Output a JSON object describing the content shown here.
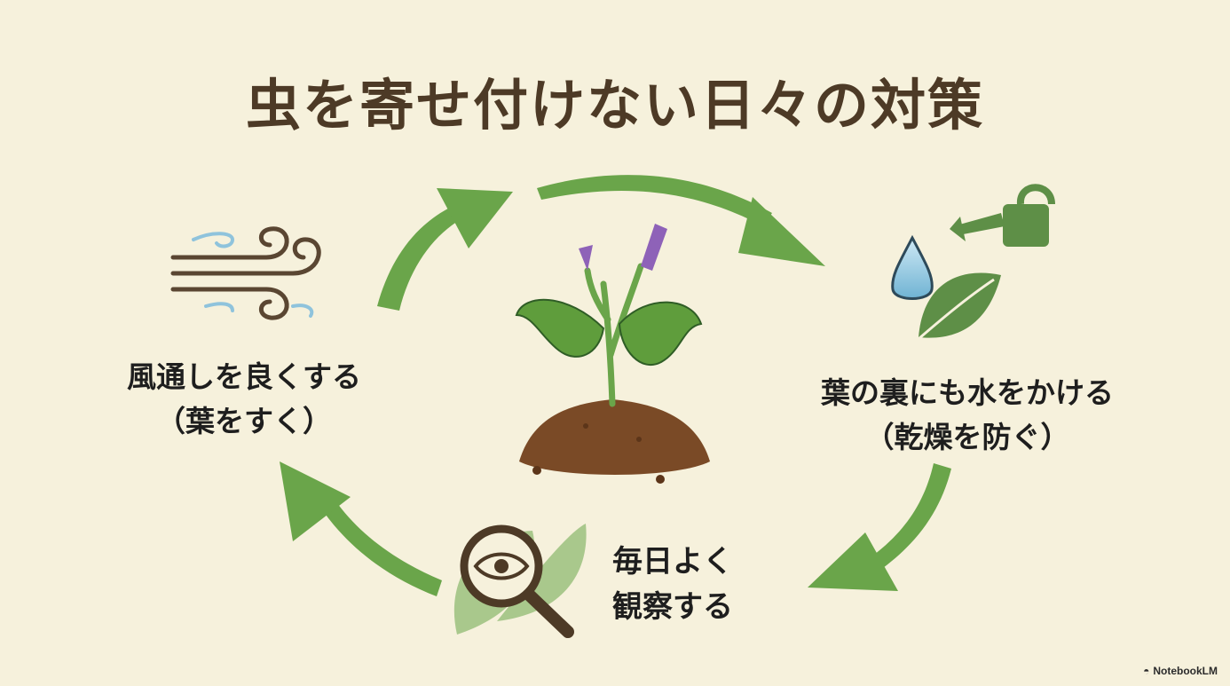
{
  "title": "虫を寄せ付けない日々の対策",
  "steps": [
    {
      "lines": [
        "風通しを良くする",
        "（葉をすく）"
      ],
      "icon": "wind-icon"
    },
    {
      "lines": [
        "葉の裏にも水をかける",
        "（乾燥を防ぐ）"
      ],
      "icon": "watering-can-icon"
    },
    {
      "lines": [
        "毎日よく",
        "観察する"
      ],
      "icon": "magnifier-eye-icon"
    }
  ],
  "center_icon": "plant-icon",
  "watermark": "NotebookLM",
  "colors": {
    "background": "#f6f1dc",
    "arrow": "#6aa54a",
    "title": "#4d3a26",
    "soil": "#7a4a26",
    "flower": "#8e62b8"
  }
}
